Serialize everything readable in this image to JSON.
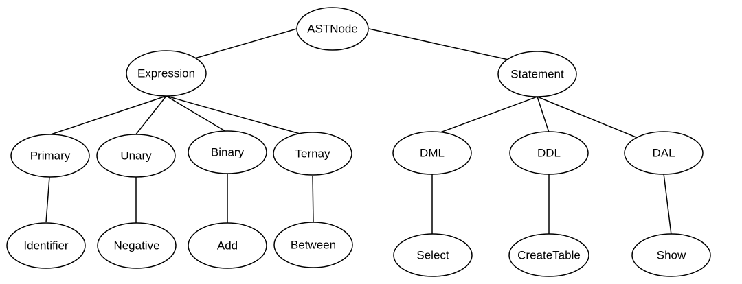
{
  "diagram": {
    "nodes": {
      "astnode": "ASTNode",
      "expression": "Expression",
      "statement": "Statement",
      "primary": "Primary",
      "unary": "Unary",
      "binary": "Binary",
      "ternay": "Ternay",
      "identifier": "Identifier",
      "negative": "Negative",
      "add": "Add",
      "between": "Between",
      "dml": "DML",
      "ddl": "DDL",
      "dal": "DAL",
      "select": "Select",
      "createtable": "CreateTable",
      "show": "Show"
    },
    "edges": [
      [
        "astnode",
        "expression"
      ],
      [
        "astnode",
        "statement"
      ],
      [
        "expression",
        "primary"
      ],
      [
        "expression",
        "unary"
      ],
      [
        "expression",
        "binary"
      ],
      [
        "expression",
        "ternay"
      ],
      [
        "primary",
        "identifier"
      ],
      [
        "unary",
        "negative"
      ],
      [
        "binary",
        "add"
      ],
      [
        "ternay",
        "between"
      ],
      [
        "statement",
        "dml"
      ],
      [
        "statement",
        "ddl"
      ],
      [
        "statement",
        "dal"
      ],
      [
        "dml",
        "select"
      ],
      [
        "ddl",
        "createtable"
      ],
      [
        "dal",
        "show"
      ]
    ]
  }
}
